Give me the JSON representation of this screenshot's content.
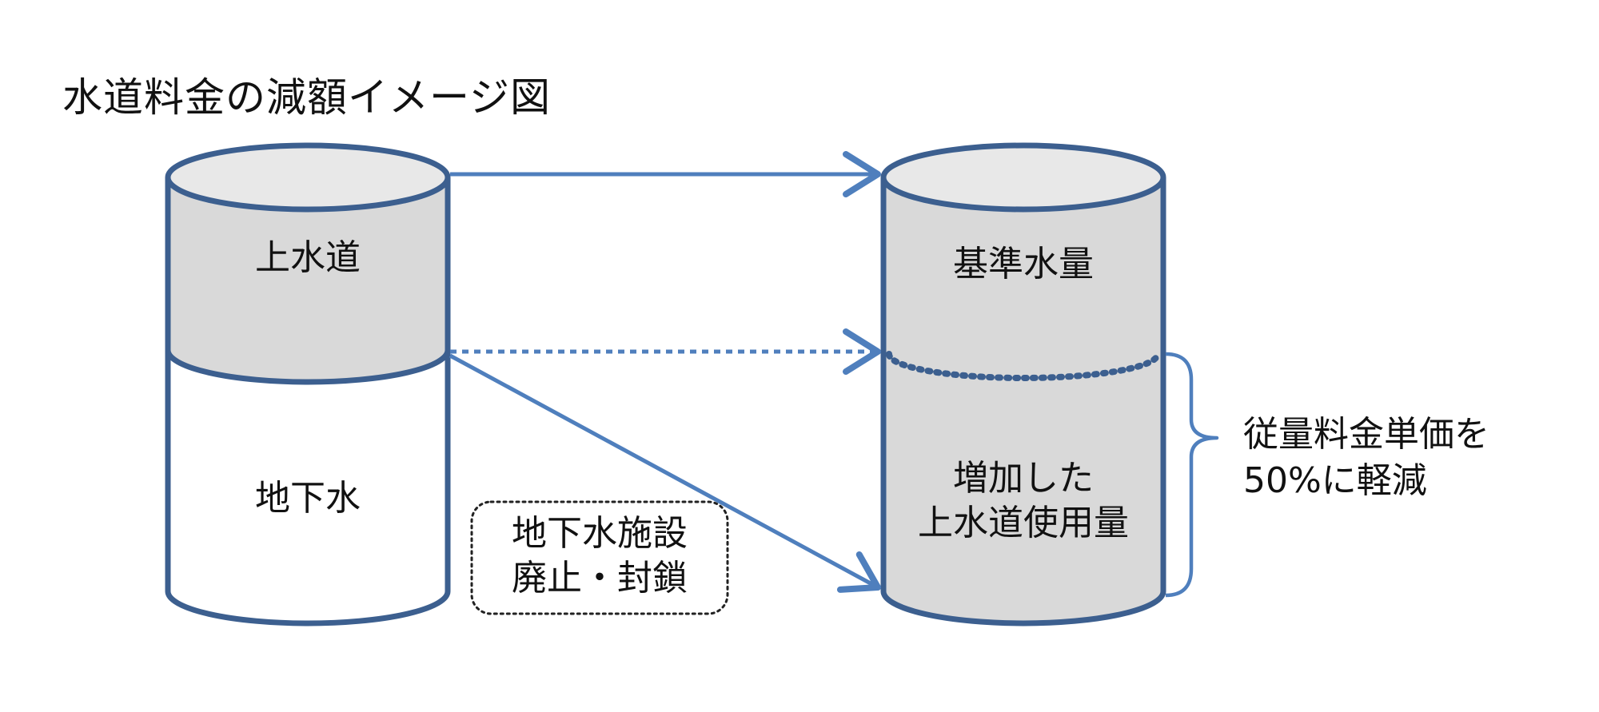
{
  "title": "水道料金の減額イメージ図",
  "left_cylinder": {
    "top_label": "上水道",
    "bottom_label": "地下水"
  },
  "right_cylinder": {
    "top_label": "基準水量",
    "bottom_label_line1": "増加した",
    "bottom_label_line2": "上水道使用量"
  },
  "facility_note": {
    "line1": "地下水施設",
    "line2": "廃止・封鎖"
  },
  "rate_note": {
    "line1": "従量料金単価を",
    "line2": "50%に軽減"
  },
  "colors": {
    "outline": "#3c5f8f",
    "arrow": "#4f7fbd",
    "fill_gray": "#d9d9d9",
    "fill_light": "#e8e8e8",
    "dotted_box": "#222222"
  }
}
